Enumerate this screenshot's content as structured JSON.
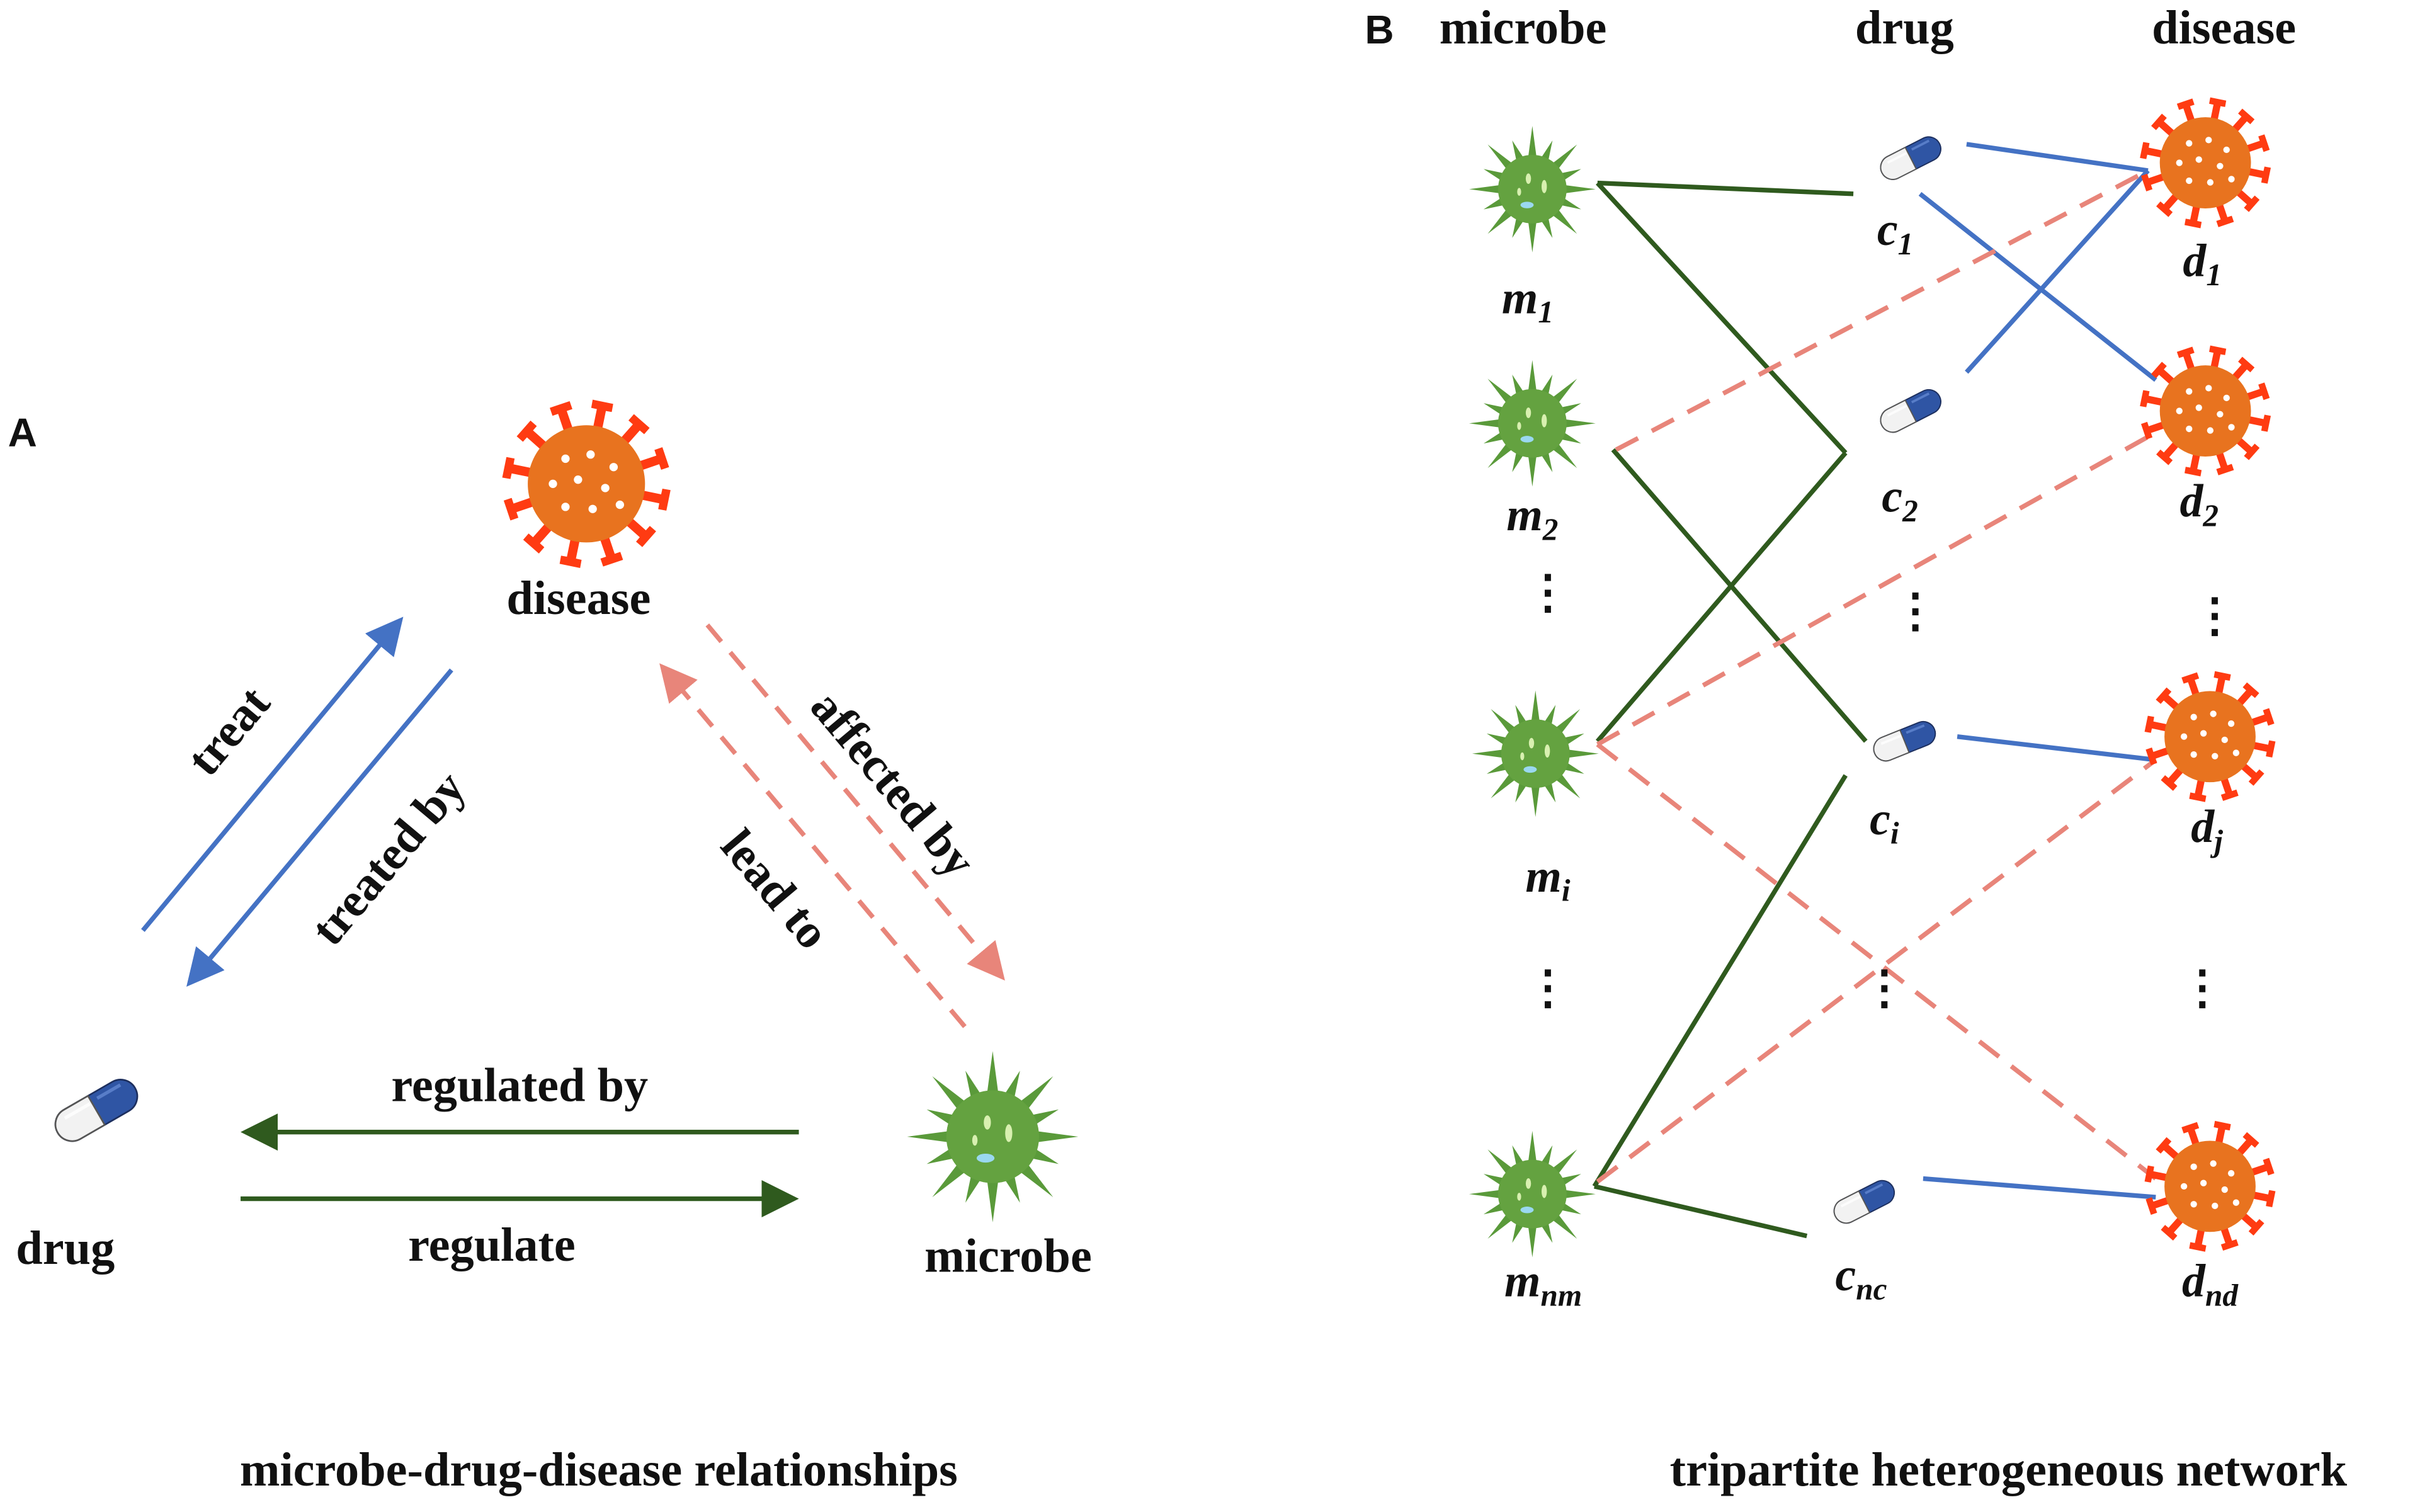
{
  "panel_a": {
    "letter": "A",
    "nodes": {
      "disease": "disease",
      "drug": "drug",
      "microbe": "microbe"
    },
    "edges": {
      "treat": "treat",
      "treated_by": "treated by",
      "affected_by": "affected by",
      "lead_to": "lead to",
      "regulated_by": "regulated by",
      "regulate": "regulate"
    },
    "caption": "microbe-drug-disease relationships"
  },
  "panel_b": {
    "letter": "B",
    "headers": {
      "microbe": "microbe",
      "drug": "drug",
      "disease": "disease"
    },
    "microbes": [
      {
        "base": "m",
        "sub": "1"
      },
      {
        "base": "m",
        "sub": "2"
      },
      {
        "base": "m",
        "sub": "i"
      },
      {
        "base": "m",
        "sub": "nm"
      }
    ],
    "drugs": [
      {
        "base": "c",
        "sub": "1"
      },
      {
        "base": "c",
        "sub": "2"
      },
      {
        "base": "c",
        "sub": "i"
      },
      {
        "base": "c",
        "sub": "nc"
      }
    ],
    "diseases": [
      {
        "base": "d",
        "sub": "1"
      },
      {
        "base": "d",
        "sub": "2"
      },
      {
        "base": "d",
        "sub": "j"
      },
      {
        "base": "d",
        "sub": "nd"
      }
    ],
    "ellipsis": "⋮",
    "caption": "tripartite heterogeneous network"
  },
  "colors": {
    "microbe_drug": "#2f5a1e",
    "drug_disease": "#4472c4",
    "microbe_disease": "#e8857a",
    "microbe_fill": "#5a9a3a",
    "disease_fill": "#e8731f",
    "disease_spike": "#ff3b12",
    "pill_blue": "#2f55a4"
  }
}
